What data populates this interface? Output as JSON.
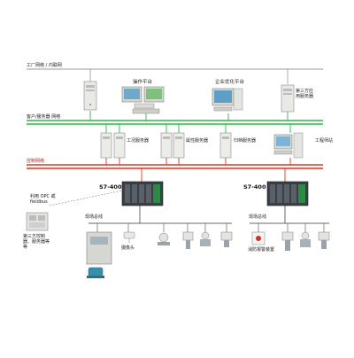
{
  "colors": {
    "factory_network": "#9a9a9a",
    "client_server_network": "#2db84a",
    "control_network": "#e6341f",
    "fieldbus": "#6a6a6a"
  },
  "networks": {
    "factory": "工厂网络 / 内联网",
    "client_server": "客户/服务器 网络",
    "control": "控制网络",
    "fieldbus_left": "现场总线",
    "fieldbus_right": "现场总线"
  },
  "stations": {
    "operator": "操作平台",
    "optimization": "企业优化平台",
    "third_party_app": "第三方应用服务器"
  },
  "servers": {
    "s1": "工况服务器",
    "s2": "属性服务器",
    "s3": "归档服务器",
    "s4": "工程师站"
  },
  "controllers": {
    "left": "S7-400",
    "right": "S7-400"
  },
  "opc": "利用 OPC 或 fieldbus",
  "third_party_device": "第三方控制器、服务器等等",
  "devices": {
    "camera": "摄像头",
    "fire": "消防报警装置"
  }
}
